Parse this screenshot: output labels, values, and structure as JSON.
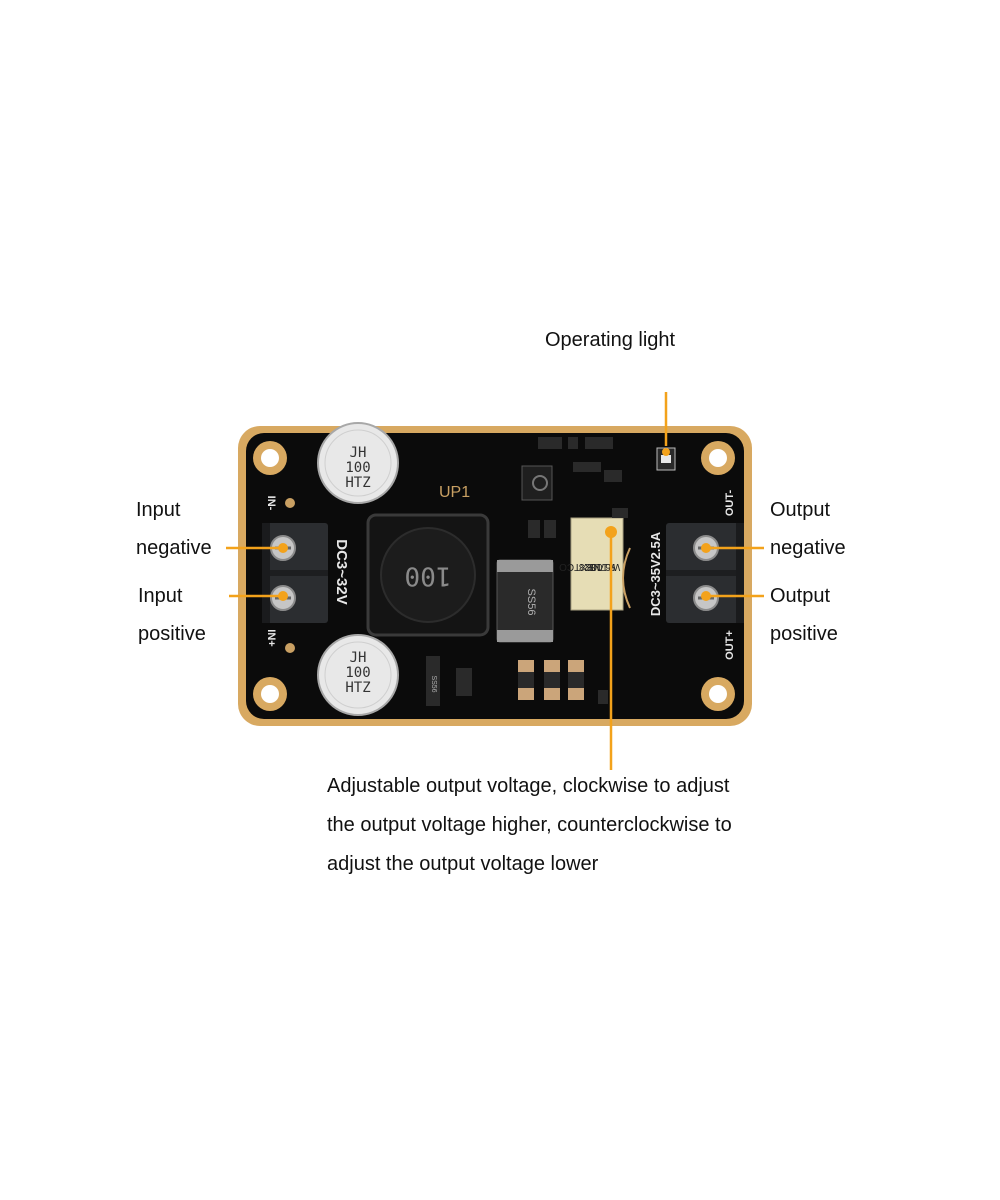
{
  "colors": {
    "background": "#ffffff",
    "pcb": "#0b0b0b",
    "pcb_edge": "#d8a961",
    "callout": "#f3a21b"
  },
  "callouts": {
    "operating_light": "Operating light",
    "input_negative": [
      "Input",
      "negative"
    ],
    "input_positive": [
      "Input",
      "positive"
    ],
    "output_negative": [
      "Output",
      "negative"
    ],
    "output_positive": [
      "Output",
      "positive"
    ],
    "adjustment": [
      "Adjustable output voltage, clockwise to adjust",
      "the output voltage higher, counterclockwise to",
      "adjust the output voltage lower"
    ]
  },
  "board_markings": {
    "chip_label": "UP1",
    "input_pin_neg": "IN-",
    "input_pin_pos": "IN+",
    "input_rating": "DC3~32V",
    "output_pin_neg": "OUT-",
    "output_pin_pos": "OUT+",
    "output_rating": "DC3~35V2.5A",
    "capacitor_top": [
      "JH",
      "100",
      "HTZ"
    ],
    "capacitor_bottom": [
      "JH",
      "100",
      "HTZ"
    ],
    "inductor": "100",
    "diode": "SS56",
    "small_diode": "SS56",
    "pot_lines": [
      "W67",
      "R100K",
      "1823",
      "NEXTCO"
    ]
  }
}
